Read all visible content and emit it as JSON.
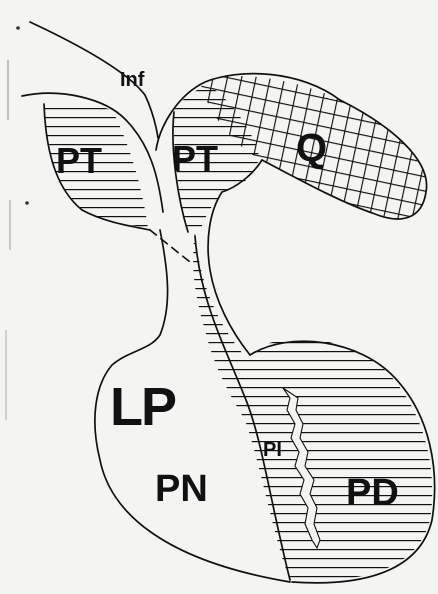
{
  "labels": {
    "inf": "Inf",
    "pt_left": "PT",
    "pt_right": "PT",
    "q": "Q",
    "lp": "LP",
    "pi": "PI",
    "pn": "PN",
    "pd": "PD"
  },
  "colors": {
    "paper": "#f4f4f2",
    "ink": "#111111"
  }
}
